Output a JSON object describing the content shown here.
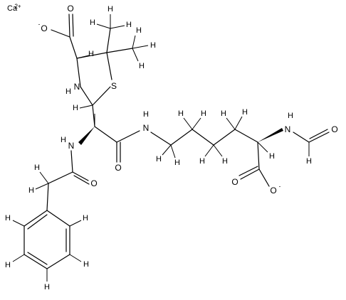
{
  "molecule": {
    "counterion": {
      "symbol": "Ca",
      "charge": "2+"
    },
    "atoms": {
      "oxygen": "O",
      "nitrogen": "N",
      "sulfur": "S",
      "hydrogen": "H"
    },
    "charges": {
      "carboxylate_top": "-",
      "carboxylate_right": "-"
    },
    "labels": {
      "ring_nh": "H",
      "amide1_nh": "H",
      "amide2_nh": "H",
      "formyl_nh": "H"
    }
  }
}
